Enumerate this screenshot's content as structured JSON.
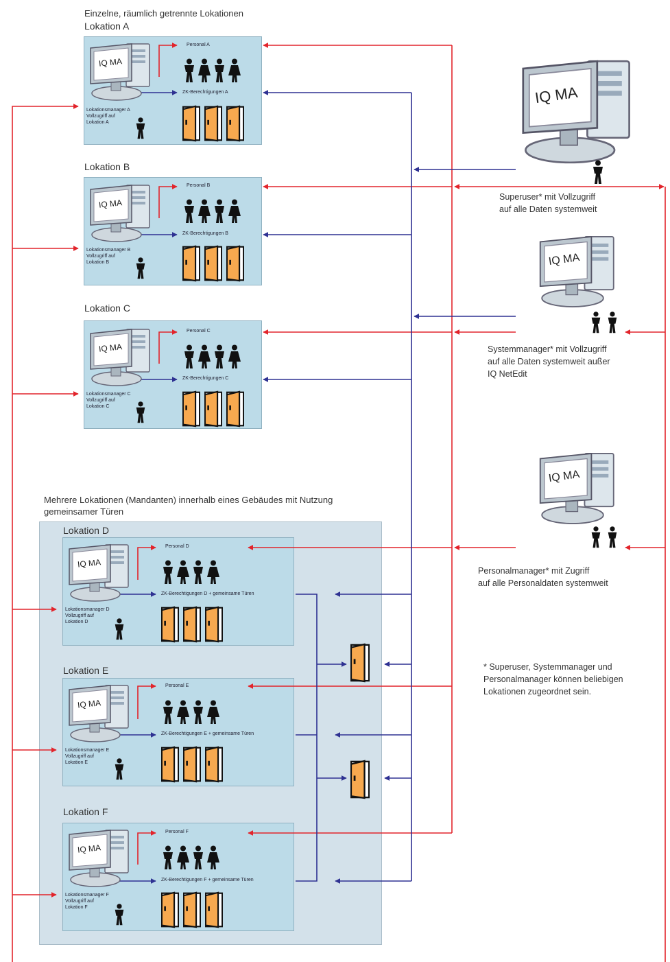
{
  "sections": {
    "separate": "Einzelne, räumlich getrennte Lokationen",
    "shared": "Mehrere Lokationen (Mandanten) innerhalb eines Gebäudes mit Nutzung\ngemeinsamer Türen"
  },
  "computer_label": "IQ MA",
  "locations": [
    {
      "title": "Lokation A",
      "personal": "Personal A",
      "zk": "ZK-Berechtigungen A",
      "manager": "Lokationsmanager A\nVollzugriff auf\nLokation A"
    },
    {
      "title": "Lokation B",
      "personal": "Personal B",
      "zk": "ZK-Berechtigungen B",
      "manager": "Lokationsmanager B\nVollzugriff auf\nLokation B"
    },
    {
      "title": "Lokation C",
      "personal": "Personal C",
      "zk": "ZK-Berechtigungen C",
      "manager": "Lokationsmanager C\nVollzugriff auf\nLokation C"
    },
    {
      "title": "Lokation D",
      "personal": "Personal D",
      "zk": "ZK-Berechtigungen D + gemeinsame Türen",
      "manager": "Lokationsmanager D\nVollzugriff auf\nLokation D"
    },
    {
      "title": "Lokation E",
      "personal": "Personal E",
      "zk": "ZK-Berechtigungen E + gemeinsame Türen",
      "manager": "Lokationsmanager E\nVollzugriff auf\nLokation E"
    },
    {
      "title": "Lokation F",
      "personal": "Personal F",
      "zk": "ZK-Berechtigungen F + gemeinsame Türen",
      "manager": "Lokationsmanager F\nVollzugriff auf\nLokation F"
    }
  ],
  "roles": {
    "superuser": "Superuser* mit Vollzugriff\nauf alle Daten systemweit",
    "systemmanager": "Systemmanager* mit Vollzugriff\nauf alle Daten systemweit außer\nIQ NetEdit",
    "personalmanager": "Personalmanager* mit Zugriff\nauf alle Personaldaten systemweit"
  },
  "footnote": "* Superuser, Systemmanager und\nPersonalmanager können beliebigen\nLokationen zugeordnet sein.",
  "colors": {
    "red": "#e2242b",
    "blue": "#2e3192",
    "door": "#f7a94f",
    "panel": "#bcdbe8"
  },
  "icons": [
    "computer-icon",
    "person-icon",
    "door-icon",
    "arrow-icon"
  ]
}
